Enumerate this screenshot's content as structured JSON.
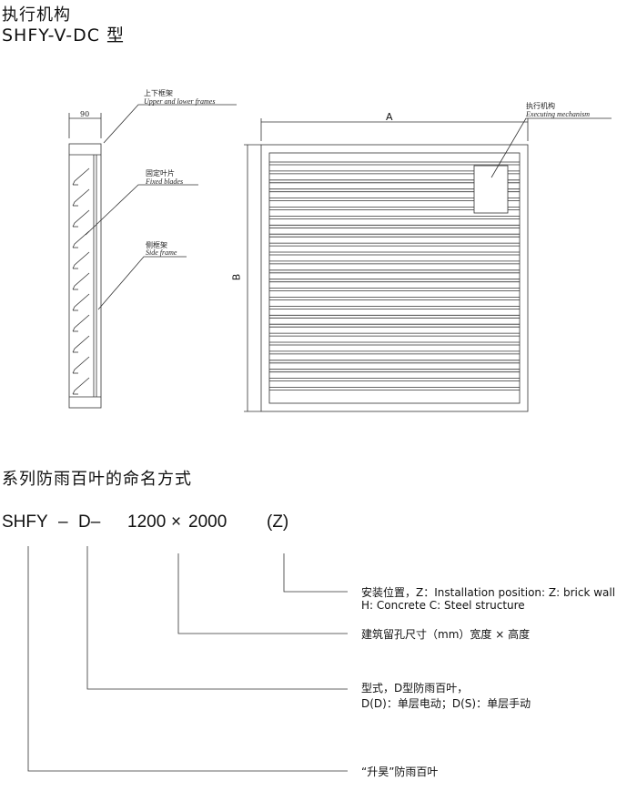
{
  "header": {
    "title_cn": "执行机构",
    "title_model": "SHFY-V-DC 型"
  },
  "drawing": {
    "dim_width": "90",
    "dim_A": "A",
    "dim_B": "B",
    "label_frames_cn": "上下框架",
    "label_frames_en": "Upper and lower frames",
    "label_blades_cn": "固定叶片",
    "label_blades_en": "Fixed blades",
    "label_side_cn": "侧框架",
    "label_side_en": "Side frame",
    "label_mech_cn": "执行机构",
    "label_mech_en": "Executing mechanism"
  },
  "naming": {
    "section_title": "系列防雨百叶的命名方式",
    "code_parts": [
      "SHFY",
      "–",
      "D–",
      "1200",
      "×",
      "2000",
      "(Z)"
    ],
    "desc_install_1": "安装位置，Z：Installation position: Z: brick wall",
    "desc_install_2": "H: Concrete   C: Steel structure",
    "desc_size": "建筑留孔尺寸（mm）宽度 × 高度",
    "desc_type_1": "型式，D型防雨百叶，",
    "desc_type_2": "D(D)：单层电动；D(S)：单层手动",
    "desc_brand": "“升昊”防雨百叶"
  }
}
